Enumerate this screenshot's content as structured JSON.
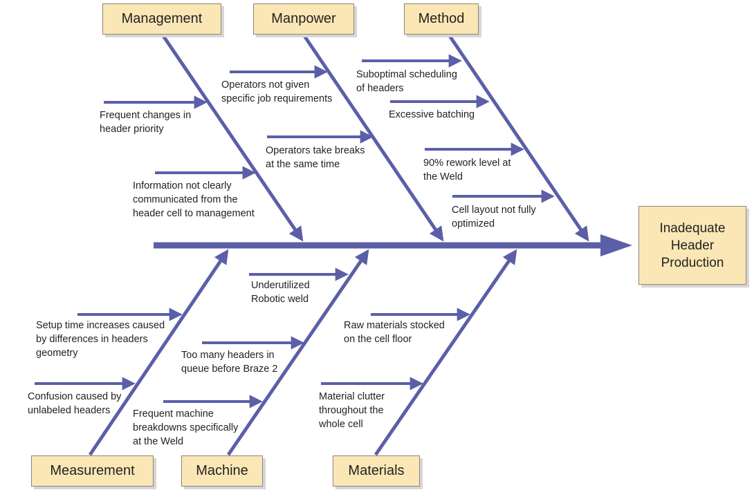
{
  "effect": {
    "label": "Inadequate\nHeader\nProduction"
  },
  "categories": {
    "management": "Management",
    "manpower": "Manpower",
    "method": "Method",
    "measurement": "Measurement",
    "machine": "Machine",
    "materials": "Materials"
  },
  "causes": {
    "management_1": "Frequent changes in\nheader priority",
    "management_2": "Information not clearly\ncommunicated from the\nheader cell to management",
    "manpower_1": "Operators not given\nspecific job requirements",
    "manpower_2": "Operators take breaks\nat the same time",
    "method_1": "Suboptimal scheduling\nof headers",
    "method_2": "Excessive batching",
    "method_3": "90% rework level at\nthe Weld",
    "method_4": "Cell layout not fully\noptimized",
    "measurement_1": "Setup time increases caused\nby differences in headers\ngeometry",
    "measurement_2": "Confusion caused by\nunlabeled headers",
    "machine_1": "Underutilized\nRobotic weld",
    "machine_2": "Too many headers in\nqueue before Braze 2",
    "machine_3": "Frequent machine\nbreakdowns specifically\nat the Weld",
    "materials_1": "Raw materials stocked\non the cell floor",
    "materials_2": "Material clutter\nthroughout the\nwhole  cell"
  },
  "colors": {
    "line": "#5b5fa8",
    "box_fill": "#fbe7b5",
    "box_border": "#8a8577"
  }
}
